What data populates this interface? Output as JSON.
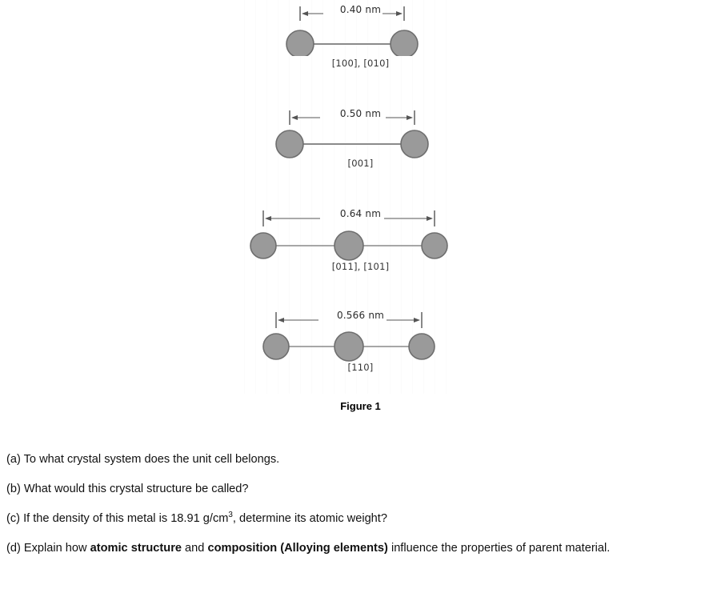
{
  "figure": {
    "caption": "Figure 1",
    "rows": [
      {
        "dimension": "0.40 nm",
        "label": "[100], [010]",
        "atom_count": 2
      },
      {
        "dimension": "0.50 nm",
        "label": "[001]",
        "atom_count": 2
      },
      {
        "dimension": "0.64 nm",
        "label": "[011], [101]",
        "atom_count": 3
      },
      {
        "dimension": "0.566 nm",
        "label": "[110]",
        "atom_count": 3
      }
    ],
    "colors": {
      "atom_fill": "#9a9a9a",
      "atom_stroke": "#6e6e6e",
      "bond_stroke": "#888888",
      "dimension_stroke": "#555555",
      "text": "#333333"
    }
  },
  "questions": {
    "a": "(a) To what crystal system does the unit cell belongs.",
    "b": "(b) What would this crystal structure be called?",
    "c_part1": "(c) If the density of this metal is 18.91 g/cm",
    "c_sup": "3",
    "c_part2": ", determine its atomic weight?",
    "d_part1": "(d) Explain how ",
    "d_bold1": "atomic structure",
    "d_mid": " and ",
    "d_bold2": "composition (Alloying elements)",
    "d_part2": " influence the properties of parent material."
  },
  "chart_data": {
    "type": "diagram",
    "title": "Figure 1",
    "description": "Atomic arrangement along crystallographic directions of a unit cell",
    "rows": [
      {
        "direction": "[100], [010]",
        "length_nm": 0.4,
        "atoms": 2
      },
      {
        "direction": "[001]",
        "length_nm": 0.5,
        "atoms": 2
      },
      {
        "direction": "[011], [101]",
        "length_nm": 0.64,
        "atoms": 3
      },
      {
        "direction": "[110]",
        "length_nm": 0.566,
        "atoms": 3
      }
    ]
  }
}
